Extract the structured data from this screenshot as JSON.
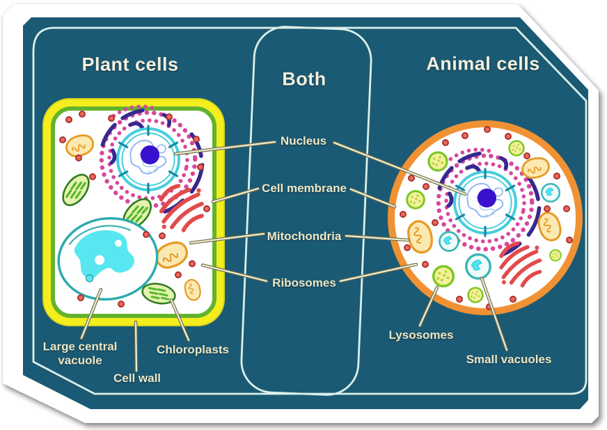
{
  "titles": {
    "plant": "Plant cells",
    "both": "Both",
    "animal": "Animal cells"
  },
  "labels": {
    "both": {
      "nucleus": "Nucleus",
      "cell_membrane": "Cell membrane",
      "mitochondria": "Mitochondria",
      "ribosomes": "Ribosomes"
    },
    "plant": {
      "large_central_vacuole": "Large central vacuole",
      "cell_wall": "Cell wall",
      "chloroplasts": "Chloroplasts"
    },
    "animal": {
      "lysosomes": "Lysosomes",
      "small_vacuoles": "Small vacuoles"
    }
  },
  "colors": {
    "panel_teal": "#1b5a74",
    "outline_light": "#dcefe9",
    "label_text": "#ece7c5",
    "title_text": "#f3f0de",
    "plant_cell_wall_yellow": "#f5ee1e",
    "plant_membrane_green": "#63b32e",
    "animal_membrane_orange": "#f09233",
    "nucleolus_purple": "#3a10cf",
    "nuclear_envelope_cyan": "#45cede",
    "chromatin_blue": "#8cb6f2",
    "rough_er_pink": "#d6479b",
    "smooth_er_purple": "#37288f",
    "golgi_red": "#e24b4b",
    "mitochondria_orange": "#e59b25",
    "chloroplast_green": "#54b82c",
    "ribosome_red": "#ef6a5a",
    "lysosome_green": "#7cc822",
    "vacuole_teal": "#2caaae",
    "vacuole_cyan": "#58e6f0"
  }
}
